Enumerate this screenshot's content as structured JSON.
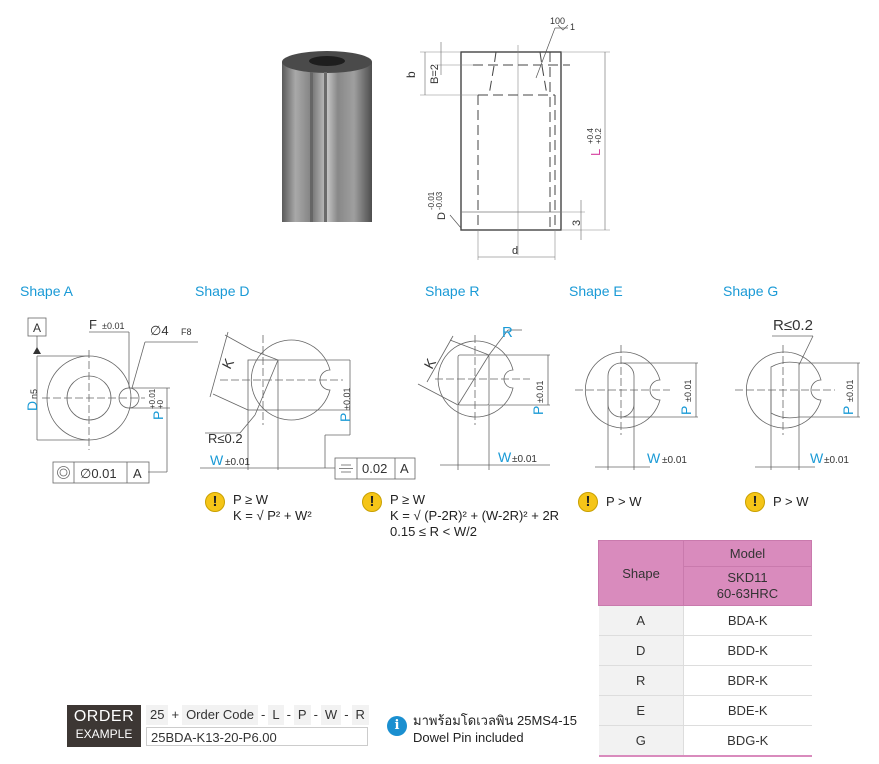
{
  "top_drawing": {
    "labels": {
      "roughness": "100",
      "roughness_grade": "1",
      "b": "b",
      "B": "B=2",
      "L": "L",
      "L_tol_upper": "+0.4",
      "L_tol_lower": "+0.2",
      "D": "D",
      "D_tol_upper": "-0.01",
      "D_tol_lower": "-0.03",
      "three": "3",
      "d": "d"
    }
  },
  "shapes": [
    {
      "title": "Shape A",
      "labels": {
        "datum": "A",
        "F": "F",
        "F_tol": "±0.01",
        "hole": "∅4",
        "hole_fit": "F8",
        "D": "D",
        "D_fit": "n5",
        "P": "P",
        "P_tol_upper": "+0.01",
        "P_tol_lower": "+0",
        "tol_value": "∅0.01",
        "tol_datum": "A"
      }
    },
    {
      "title": "Shape D",
      "labels": {
        "K": "K",
        "R": "R≤0.2",
        "P": "P",
        "P_tol": "±0.01",
        "W": "W",
        "W_tol": "±0.01",
        "tol_value": "0.02",
        "tol_datum": "A"
      },
      "notes": [
        "P ≥ W",
        "K = √ P² + W²"
      ]
    },
    {
      "title": "Shape R",
      "labels": {
        "K": "K",
        "R": "R",
        "P": "P",
        "P_tol": "±0.01",
        "W": "W",
        "W_tol": "±0.01"
      },
      "notes": [
        "P ≥ W",
        "K = √ (P-2R)² + (W-2R)² + 2R",
        "0.15 ≤ R < W/2"
      ]
    },
    {
      "title": "Shape E",
      "labels": {
        "P": "P",
        "P_tol": "±0.01",
        "W": "W",
        "W_tol": "±0.01"
      },
      "notes": [
        "P > W"
      ]
    },
    {
      "title": "Shape G",
      "labels": {
        "R": "R≤0.2",
        "P": "P",
        "P_tol": "±0.01",
        "W": "W",
        "W_tol": "±0.01"
      },
      "notes": [
        "P > W"
      ]
    }
  ],
  "model_table": {
    "header_shape": "Shape",
    "header_model": "Model",
    "header_material_1": "SKD11",
    "header_material_2": "60-63HRC",
    "rows": [
      {
        "shape": "A",
        "model": "BDA-K"
      },
      {
        "shape": "D",
        "model": "BDD-K"
      },
      {
        "shape": "R",
        "model": "BDR-K"
      },
      {
        "shape": "E",
        "model": "BDE-K"
      },
      {
        "shape": "G",
        "model": "BDG-K"
      }
    ]
  },
  "order": {
    "label_1": "ORDER",
    "label_2": "EXAMPLE",
    "format": [
      "25",
      "+",
      "Order Code",
      "-",
      "L",
      "-",
      "P",
      "-",
      "W",
      "-",
      "R"
    ],
    "example": "25BDA-K13-20-P6.00"
  },
  "info": {
    "icon": "i",
    "line_1": "มาพร้อมโดเวลพิน 25MS4-15",
    "line_2": "Dowel Pin included"
  },
  "colors": {
    "accent_blue": "#1a9ad6",
    "table_header_pink": "#d98bbd",
    "L_magenta": "#d6409f",
    "warning_yellow": "#f5c518",
    "order_dark": "#3d3734"
  }
}
